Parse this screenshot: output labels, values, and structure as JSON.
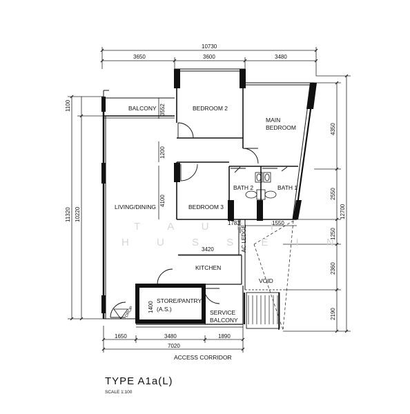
{
  "plan": {
    "title": "TYPE A1a(L)",
    "scale": "SCALE 1:100",
    "watermark": [
      "T A U F I",
      "H U S S E I N"
    ],
    "rooms": {
      "balcony": "BALCONY",
      "bedroom2": "BEDROOM 2",
      "main_bedroom": [
        "MAIN",
        "BEDROOM"
      ],
      "bath2": "BATH 2",
      "bath1": "BATH 1",
      "living_dining": "LIVING/DINING",
      "bedroom3": "BEDROOM 3",
      "kitchen": "KITCHEN",
      "store_pantry": [
        "STORE/PANTRY",
        "(A.S.)"
      ],
      "service_balcony": [
        "SERVICE",
        "BALCONY"
      ],
      "void": "VOID",
      "ac_ledge": "AC LEDGE",
      "drop_off": "DROP",
      "access_corridor": "ACCESS CORRIDOR"
    },
    "dimensions": {
      "top_total": "10730",
      "top_segments": [
        "3650",
        "3600",
        "3480"
      ],
      "balcony_depth": "3552",
      "bed_gap": "1200",
      "bed3_depth": "4100",
      "left_1100": "1100",
      "left_total": "11320",
      "left_inner": "10220",
      "right_4350": "4350",
      "right_2550": "2550",
      "right_total": "12700",
      "right_1250": "1250",
      "right_2360": "2360",
      "right_2190": "2190",
      "ac_1783": "1783",
      "bath_1550": "1550",
      "kitchen_3420": "3420",
      "store_1400": "1400",
      "bottom_segments": [
        "1650",
        "3480",
        "1890"
      ],
      "bottom_total": "7020"
    }
  }
}
